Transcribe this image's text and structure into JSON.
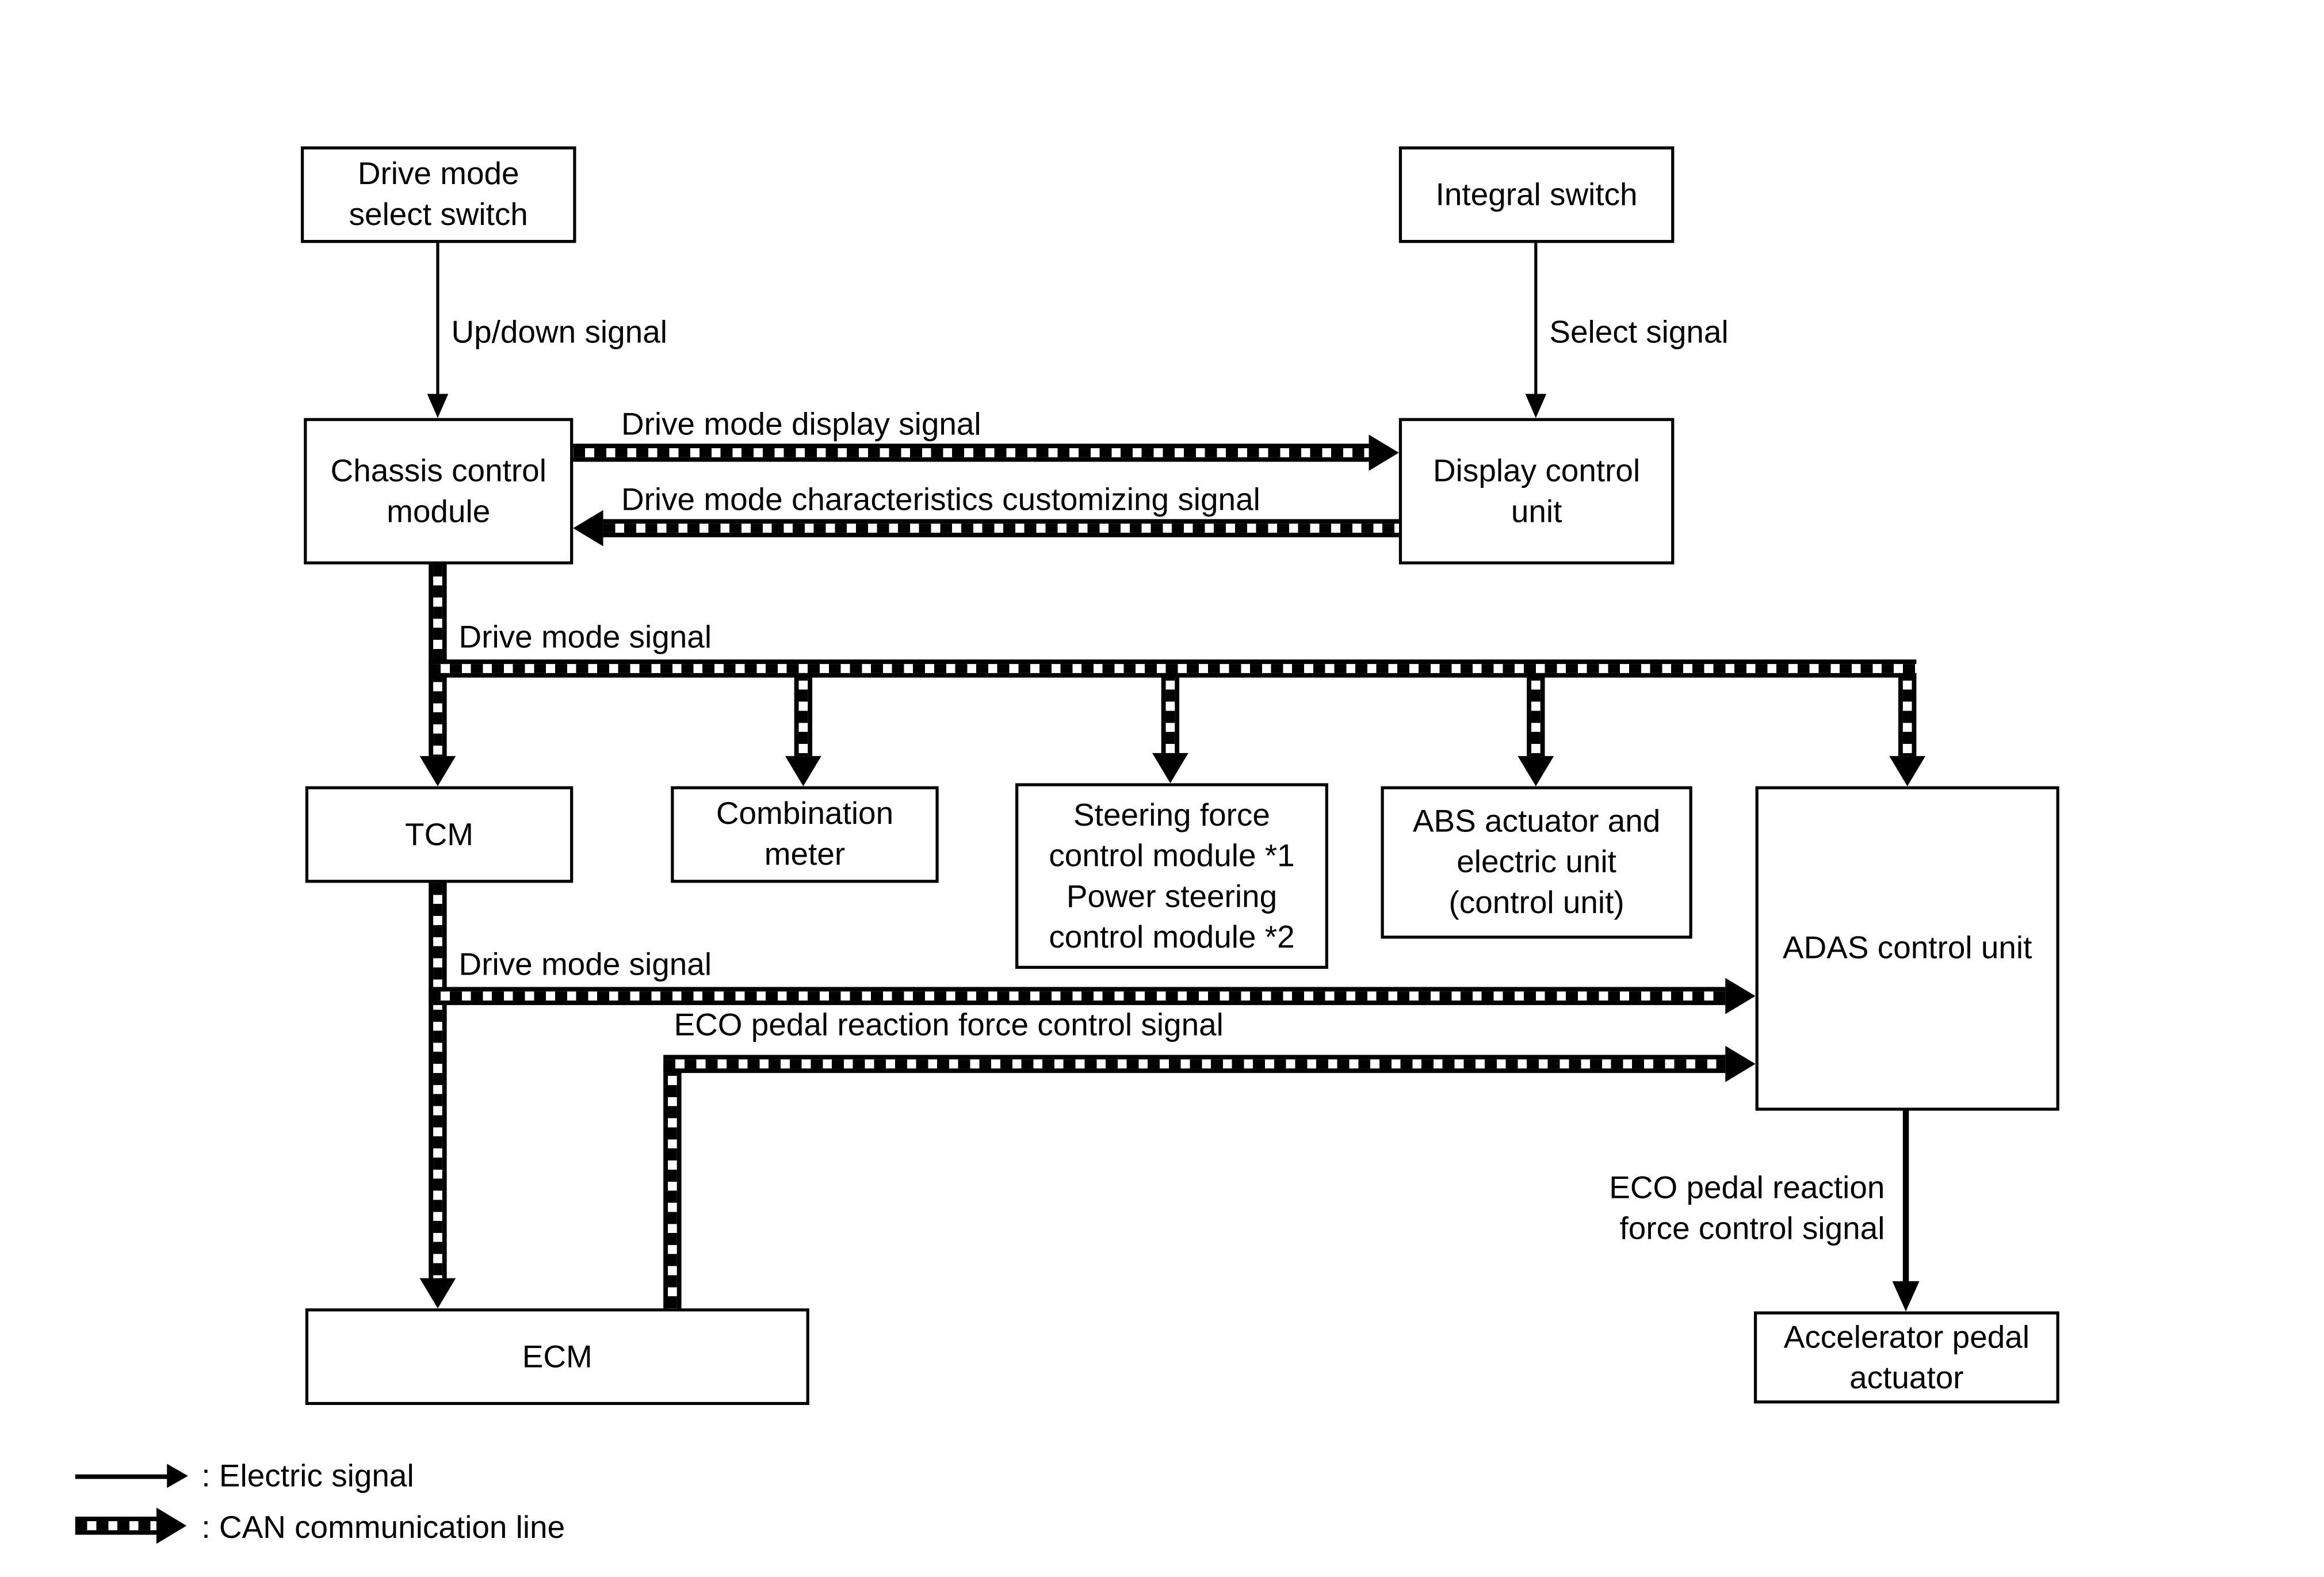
{
  "boxes": {
    "drive_mode_select_switch": "Drive mode\nselect switch",
    "integral_switch": "Integral switch",
    "chassis_control_module": "Chassis control\nmodule",
    "display_control_unit": "Display control\nunit",
    "tcm": "TCM",
    "combination_meter": "Combination\nmeter",
    "steering_modules": "Steering force\ncontrol module *1\nPower steering\ncontrol module *2",
    "abs_actuator": "ABS actuator and\nelectric unit\n(control unit)",
    "adas_control_unit": "ADAS control unit",
    "ecm": "ECM",
    "accelerator_pedal_actuator": "Accelerator pedal\nactuator"
  },
  "labels": {
    "up_down_signal": "Up/down signal",
    "select_signal": "Select signal",
    "drive_mode_display_signal": "Drive mode display signal",
    "drive_mode_characteristics_customizing_signal": "Drive mode characteristics customizing signal",
    "drive_mode_signal_branch": "Drive mode signal",
    "drive_mode_signal_tcm_to_adas": "Drive mode signal",
    "eco_pedal_reaction_force_control_signal": "ECO pedal reaction force control signal",
    "eco_pedal_reaction_force_control_signal_two_line": "ECO pedal reaction\nforce control signal"
  },
  "legend": {
    "electric_signal": ": Electric signal",
    "can_communication_line": ": CAN communication line"
  },
  "colors": {
    "ink": "#000000",
    "background": "#ffffff"
  }
}
